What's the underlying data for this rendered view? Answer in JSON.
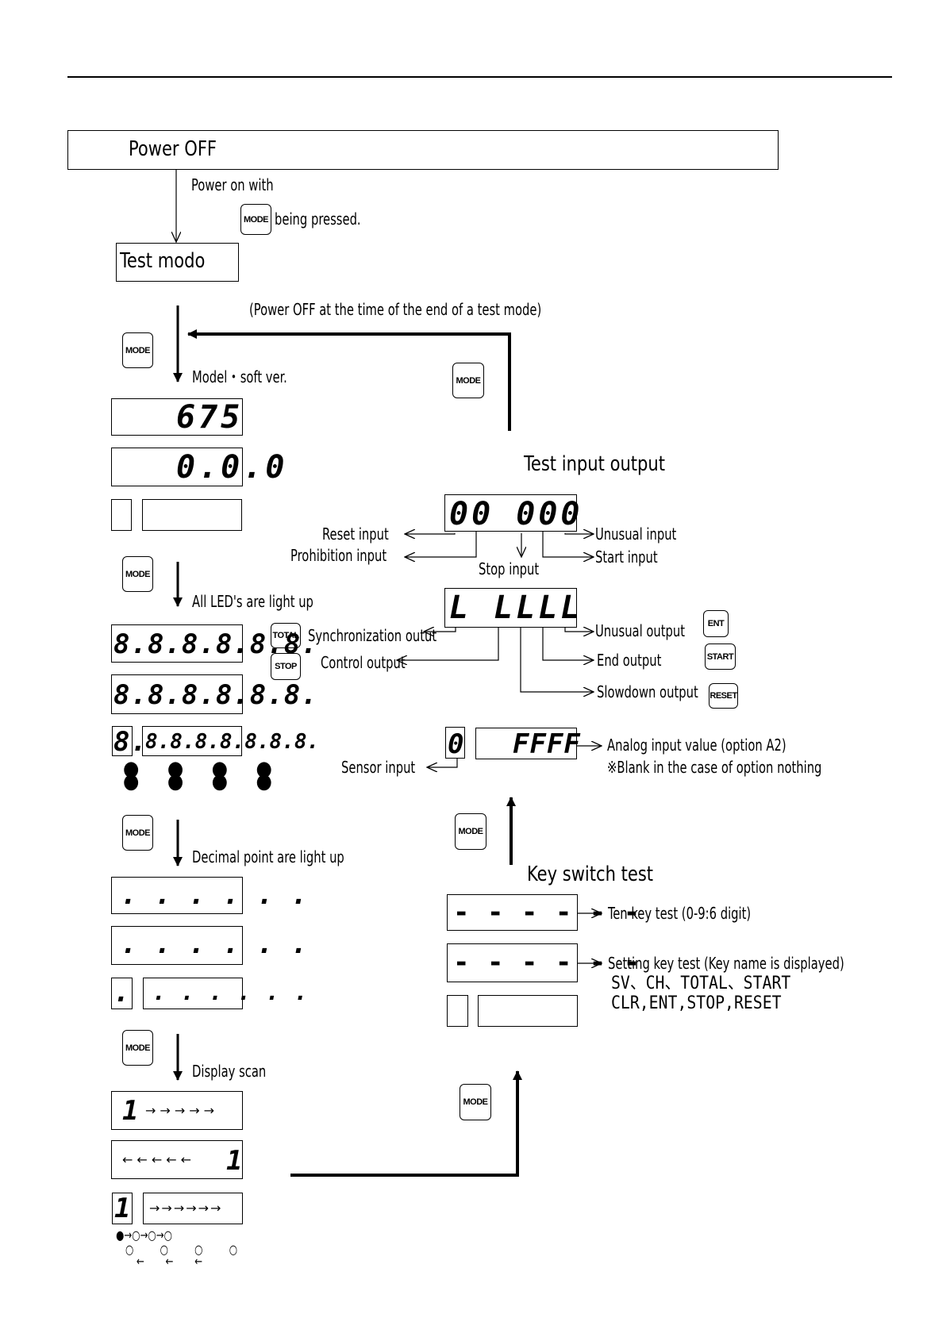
{
  "power_off": "Power OFF",
  "power_on_line1": "Power on with",
  "power_on_line2": "being pressed.",
  "test_mode": "Test modo",
  "power_off_note": "(Power OFF at the time of the end of a test mode)",
  "model_soft_ver": "Model・soft ver.",
  "test_io_title": "Test input output",
  "all_leds": "All LED's are light up",
  "decimal_points": "Decimal point are light up",
  "display_scan": "Display scan",
  "key_switch_test": "Key switch test",
  "keys": {
    "mode": "MODE",
    "total": "TOTAL",
    "stop": "STOP",
    "ent": "ENT",
    "start": "START",
    "reset": "RESET"
  },
  "displays": {
    "model": "675",
    "version": "0.0.0",
    "io_input": "00 000",
    "io_output": "L LLLL",
    "all_a": "8.8.8.8.8.8.",
    "all_b": "8.8.8.8.8.8.",
    "all_small": "8.",
    "all_wide": "8.8.8.8.8.8.8.",
    "dp_a": ". . . . . .",
    "dp_b": ". . . . . .",
    "dp_small": ".",
    "dp_wide": ". . . . . .",
    "scan_a_digit": "1",
    "scan_a_arrows": "→→→→→",
    "scan_b_arrows": "←←←←←",
    "scan_b_digit": "1",
    "scan_c_digit": "1",
    "scan_c_arrows": "→→→→→→",
    "sensor_digit": "0",
    "analog": "FFFF",
    "ten_key": "- - - - - -",
    "setting_key": "- - - - - -"
  },
  "io_labels": {
    "reset_input": "Reset input",
    "prohibition_input": "Prohibition input",
    "stop_input": "Stop input",
    "unusual_input": "Unusual input",
    "start_input": "Start input",
    "sync_output": "Synchronization outut",
    "control_output": "Control output",
    "unusual_output": "Unusual output",
    "end_output": "End output",
    "slowdown_output": "Slowdown output"
  },
  "sensor_input": "Sensor input",
  "analog_line1": "Analog input value (option A2)",
  "analog_line2": "※Blank in the case of option nothing",
  "ten_key_test": "Ten key test  (0-9:6 digit)",
  "setting_key_test": "Setting key test  (Key name is displayed)",
  "setting_keys_line1": "SV、CH、TOTAL、START",
  "setting_keys_line2": "CLR,ENT,STOP,RESET",
  "led_dots_filled": "● ● ● ●",
  "led_dots_filled_2": "● ● ● ●",
  "scan_led_top": "●→○→○→○",
  "scan_led_bottom": "○ ○ ○ ○",
  "scan_led_back": "← ← ←"
}
